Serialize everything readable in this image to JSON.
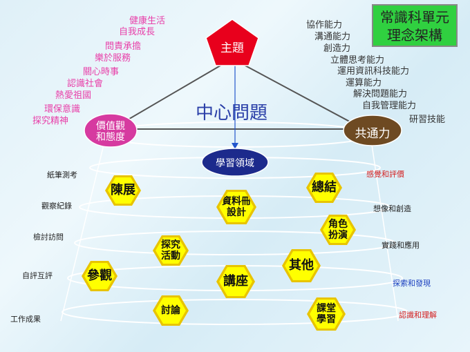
{
  "title": {
    "line1": "常識科單元",
    "line2": "理念架構"
  },
  "top_node": "主題",
  "central_question": "中心問題",
  "left_node": {
    "line1": "價值觀",
    "line2": "和態度"
  },
  "right_node": "共通力",
  "learning_area": "學習領域",
  "values_list": [
    "健康生活",
    "自我成長",
    "問責承擔",
    "樂於服務",
    "關心時事",
    "認識社會",
    "熱愛祖國",
    "環保意識",
    "探究精神"
  ],
  "competencies_list": [
    "協作能力",
    "溝通能力",
    "創造力",
    "立體思考能力",
    "運用資訊科技能力",
    "運算能力",
    "解決問題能力",
    "自我管理能力",
    "研習技能"
  ],
  "left_labels": [
    "紙筆測考",
    "觀察紀錄",
    "檢討訪問",
    "自評互評",
    "工作成果"
  ],
  "right_labels": [
    {
      "text": "感覺和評價",
      "color": "#d42020"
    },
    {
      "text": "想像和創造",
      "color": "#222222"
    },
    {
      "text": "實踐和應用",
      "color": "#222222"
    },
    {
      "text": "探索和發現",
      "color": "#1a3fbf"
    },
    {
      "text": "認識和理解",
      "color": "#d42020"
    }
  ],
  "hexagons": {
    "exhibition": "陳展",
    "summary": "總結",
    "portfolio": [
      "資料冊",
      "設計"
    ],
    "roleplay": [
      "角色",
      "扮演"
    ],
    "inquiry": [
      "探究",
      "活動"
    ],
    "visit": "參觀",
    "other": "其他",
    "lecture": "講座",
    "discussion": "討論",
    "classroom": [
      "課堂",
      "學習"
    ]
  }
}
